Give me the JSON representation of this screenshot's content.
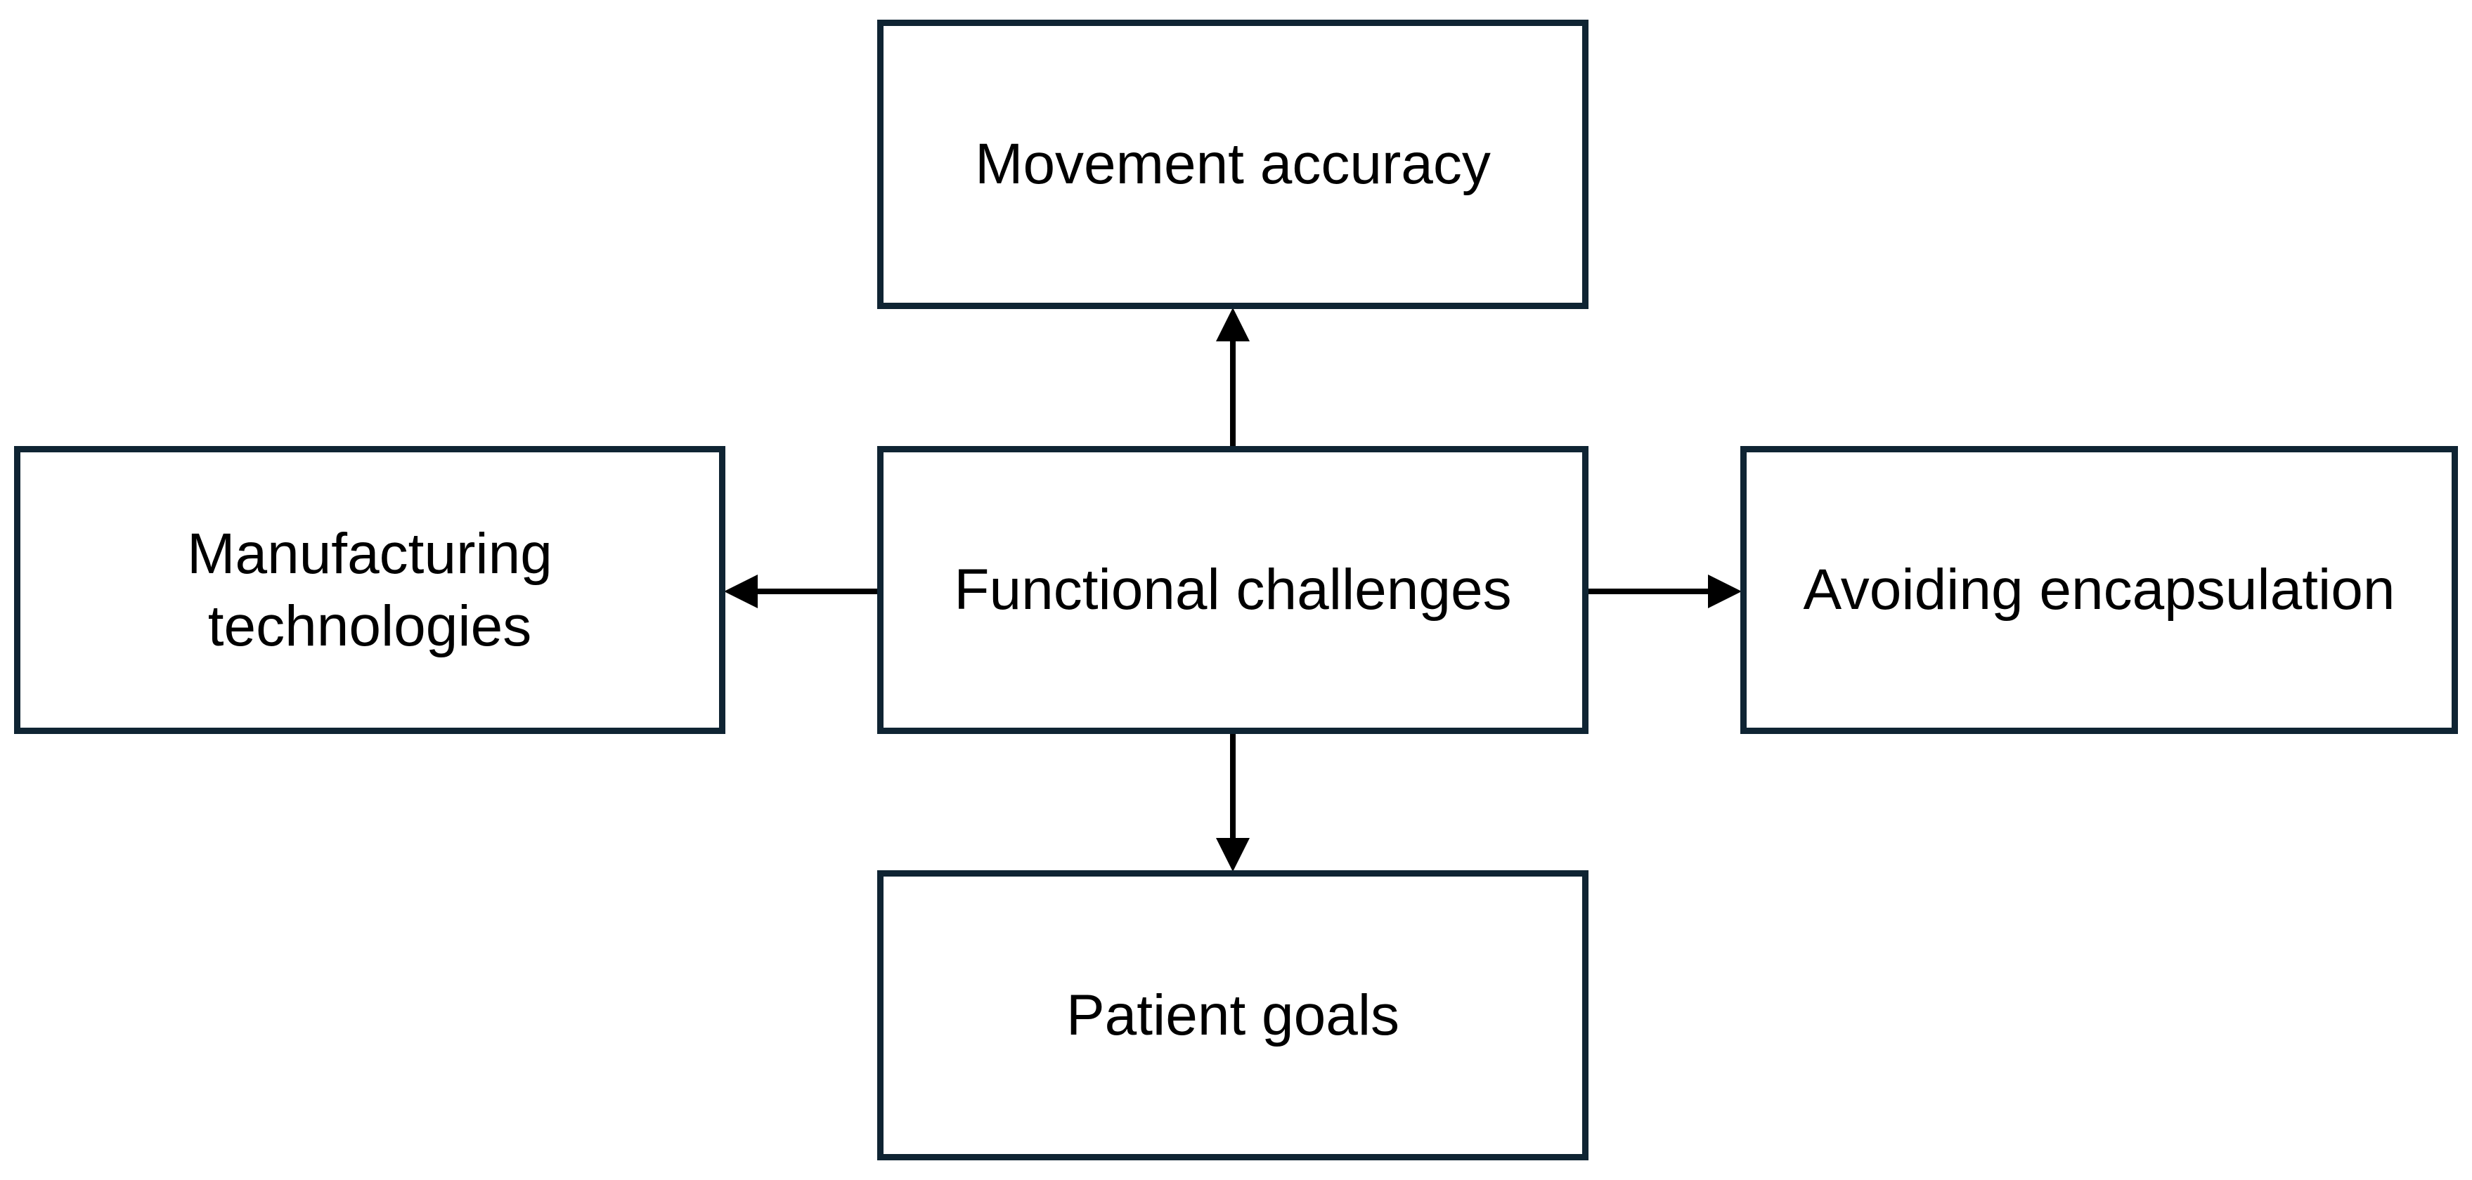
{
  "diagram": {
    "type": "hub-and-spoke",
    "stroke_color": "#000000",
    "border_color": "#0f2433",
    "center": {
      "label": "Functional challenges"
    },
    "nodes": {
      "top": {
        "label": "Movement accuracy"
      },
      "left": {
        "label": "Manufacturing\ntechnologies"
      },
      "right": {
        "label": "Avoiding encapsulation"
      },
      "bottom": {
        "label": "Patient goals"
      }
    },
    "edges": [
      {
        "from": "Functional challenges",
        "to": "Movement accuracy"
      },
      {
        "from": "Functional challenges",
        "to": "Manufacturing technologies"
      },
      {
        "from": "Functional challenges",
        "to": "Avoiding encapsulation"
      },
      {
        "from": "Functional challenges",
        "to": "Patient goals"
      }
    ]
  }
}
